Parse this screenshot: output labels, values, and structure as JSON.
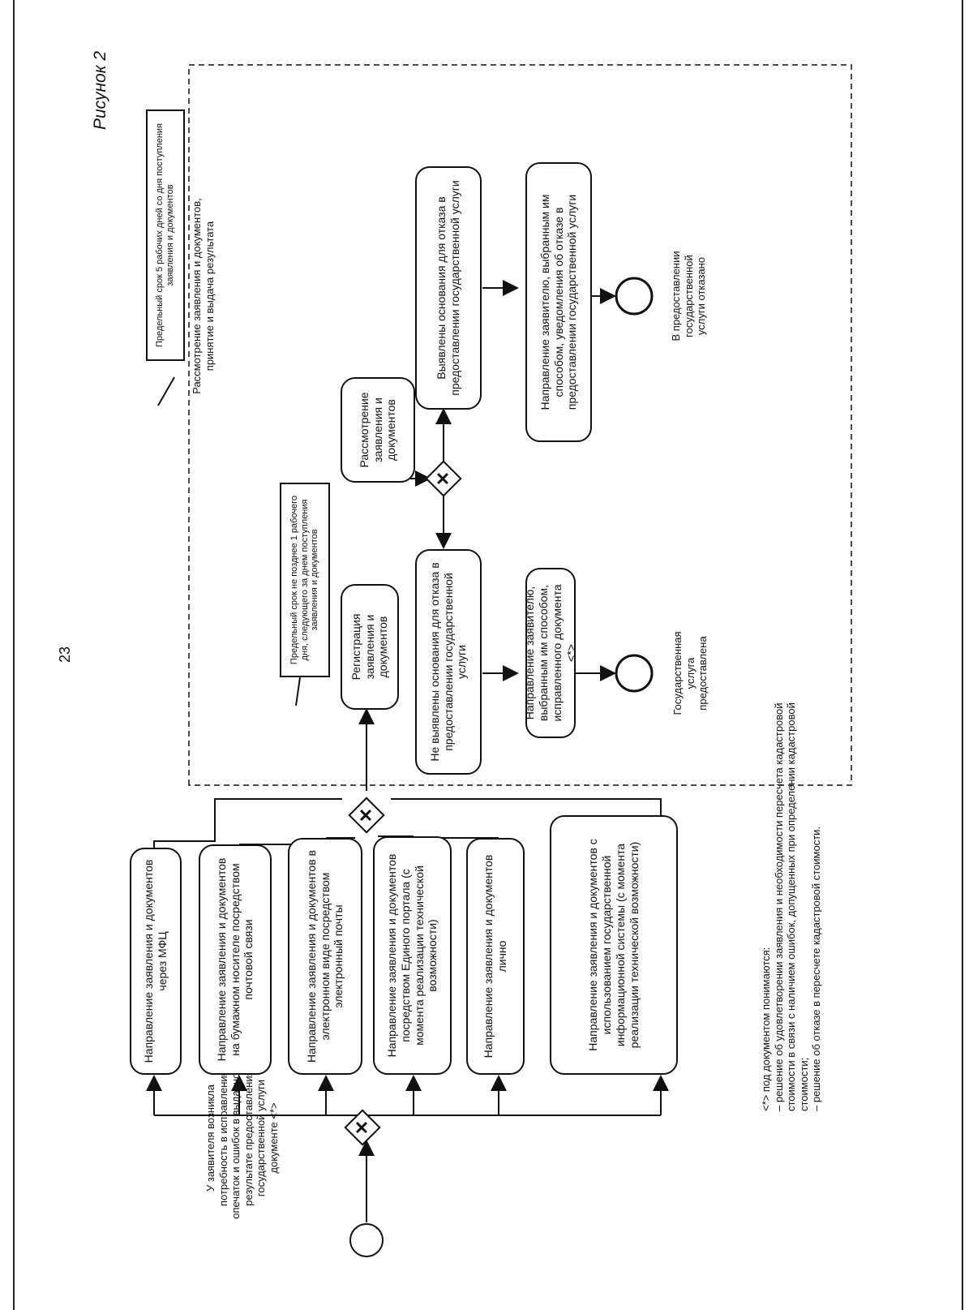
{
  "page_number": "23",
  "figure_label": "Рисунок 2",
  "start_event_label": "У заявителя возникла потребность в исправлении опечаток и ошибок в выданном в результате предоставления государственной услуги документе <*>",
  "channels": [
    "Направление заявления и документов через МФЦ",
    "Направление заявления и документов на бумажном носителе посредством почтовой связи",
    "Направление заявления и документов в электронном виде посредством электронный почты",
    "Направление заявления и документов посредством Единого портала (с момента реализации технической возможности)",
    "Направление заявления и документов лично",
    "Направление заявления и документов с использованием государственной информационной системы (с момента реализации технической возможности)"
  ],
  "gateway_symbol": "✕",
  "group_label": "Рассмотрение заявления и документов, принятие и выдача результата",
  "deadline_group": "Предельный срок 5 рабочих дней со дня поступления заявления и документов",
  "deadline_registration": "Предельный срок не позднее 1 рабочего дня, следующего за днем поступления заявления и документов",
  "registration": "Регистрация заявления и документов",
  "review": "Рассмотрение заявления и документов",
  "no_grounds": "Не выявлены основания для отказа в предоставлении государственной услуги",
  "grounds_found": "Выявлены основания для отказа в предоставлении государственной услуги",
  "send_corrected": "Направление заявителю, выбранным им способом, исправленного документа <*>",
  "send_refusal": "Направление заявителю, выбранным им способом, уведомления об отказе в предоставлении государственной услуги",
  "end_provided": "Государственная услуга предоставлена",
  "end_refused": "В предоставлении государственной услуги отказано",
  "footnote": {
    "title": "<*> под документом понимаются:",
    "items": [
      "– решение об удовлетворении заявления и необходимости пересчета кадастровой стоимости в связи с наличием ошибок, допущенных при определении кадастровой стоимости;",
      "– решение об отказе в пересчете кадастровой стоимости."
    ]
  }
}
